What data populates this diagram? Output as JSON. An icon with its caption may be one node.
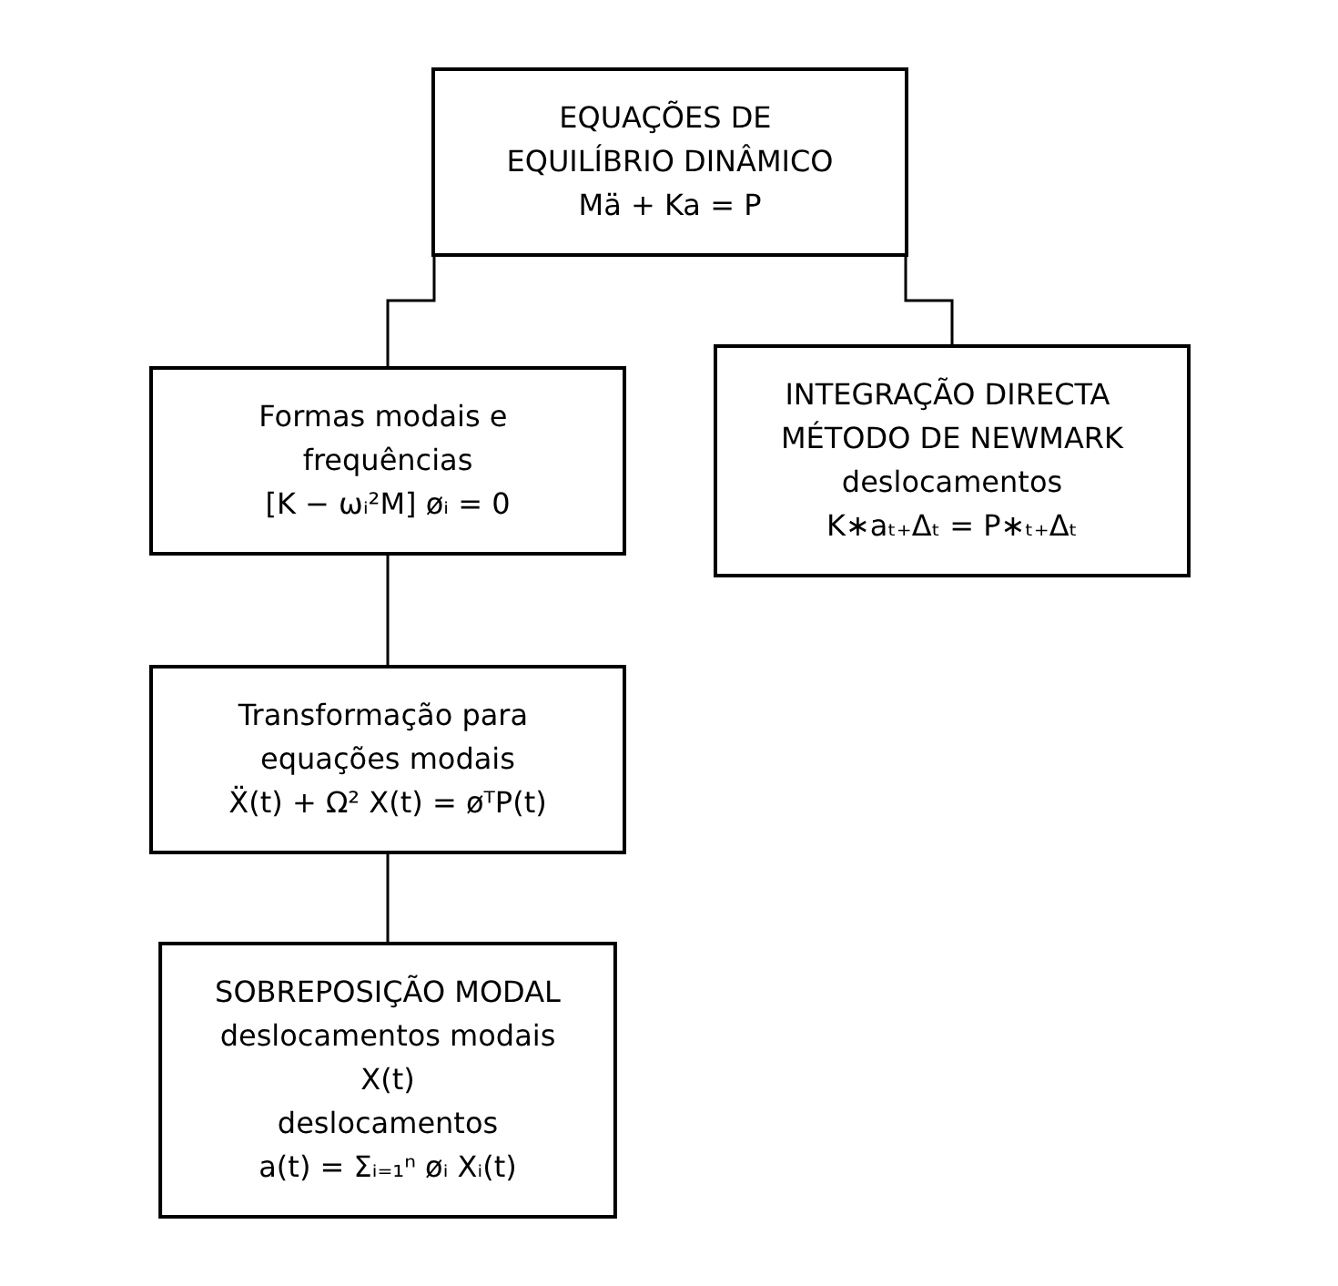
{
  "diagram": {
    "nodes": [
      {
        "text": [
          "EQUAÇÕES DE EQUILÍBRIO DINÂMICO",
          "Mä + Ka = P"
        ]
      },
      {
        "text": [
          "Formas modais e frequências",
          "[K − ωᵢ²M] øᵢ = 0"
        ]
      },
      {
        "text": [
          "Transformação para equações modais",
          "Ẍ(t) + Ω² X(t) = øᵀP(t)"
        ]
      },
      {
        "text": [
          "INTEGRAÇÃO DIRECTA MÉTODO DE NEWMARK",
          "deslocamentos",
          "K∗aₜ₊Δₜ = P∗ₜ₊Δₜ"
        ]
      },
      {
        "text": [
          "SOBREPOSIÇÃO MODAL",
          "deslocamentos modais",
          "X(t)",
          "deslocamentos",
          "a(t) = Σᵢ₌₁ⁿ øᵢ Xᵢ(t)"
        ]
      }
    ],
    "edges": [
      {
        "from": 0,
        "to": 3,
        "arrow": "none"
      },
      {
        "from": 0,
        "to": 1,
        "arrow": "none"
      },
      {
        "from": 1,
        "to": 2,
        "arrow": "none"
      },
      {
        "from": 2,
        "to": 4,
        "arrow": "none"
      }
    ]
  }
}
